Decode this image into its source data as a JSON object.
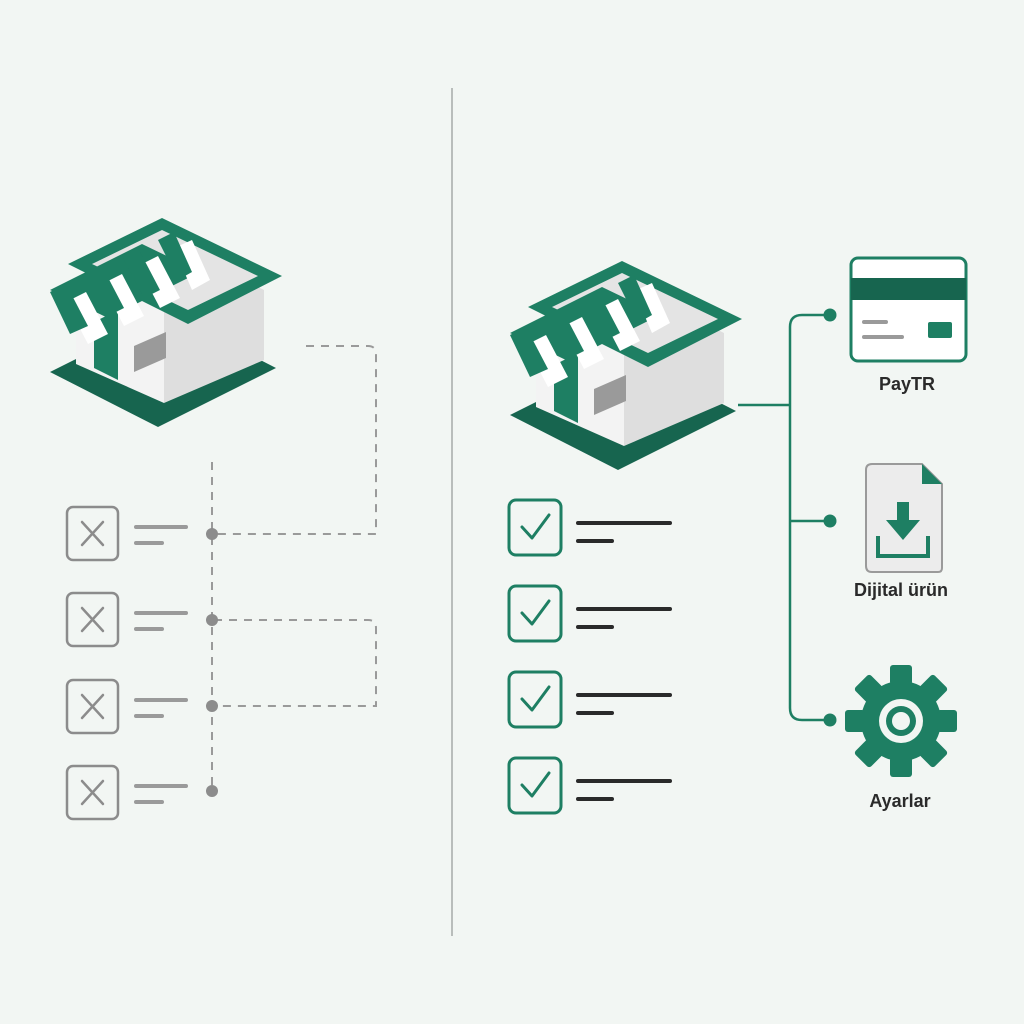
{
  "colors": {
    "background": "#f2f6f3",
    "brand_green": "#1e7f63",
    "dark_green": "#17654f",
    "divider": "#b9bdbb",
    "muted_gray": "#8c8c8c",
    "text_dark": "#2a2a2a",
    "roof_gray": "#e4e4e4",
    "wall_light": "#f3f3f3",
    "wall_shade": "#dedede"
  },
  "before": {
    "store_icon": "storefront-icon",
    "connector_style": "dashed-gray",
    "checklist": [
      {
        "status": "failed",
        "icon": "x-icon"
      },
      {
        "status": "failed",
        "icon": "x-icon"
      },
      {
        "status": "failed",
        "icon": "x-icon"
      },
      {
        "status": "failed",
        "icon": "x-icon"
      }
    ]
  },
  "after": {
    "store_icon": "storefront-icon",
    "connector_style": "solid-green",
    "checklist": [
      {
        "status": "done",
        "icon": "check-icon"
      },
      {
        "status": "done",
        "icon": "check-icon"
      },
      {
        "status": "done",
        "icon": "check-icon"
      },
      {
        "status": "done",
        "icon": "check-icon"
      }
    ],
    "integrations": [
      {
        "label": "PayTR",
        "icon": "credit-card-icon"
      },
      {
        "label": "Dijital ürün",
        "icon": "download-file-icon"
      },
      {
        "label": "Ayarlar",
        "icon": "gear-icon"
      }
    ]
  }
}
